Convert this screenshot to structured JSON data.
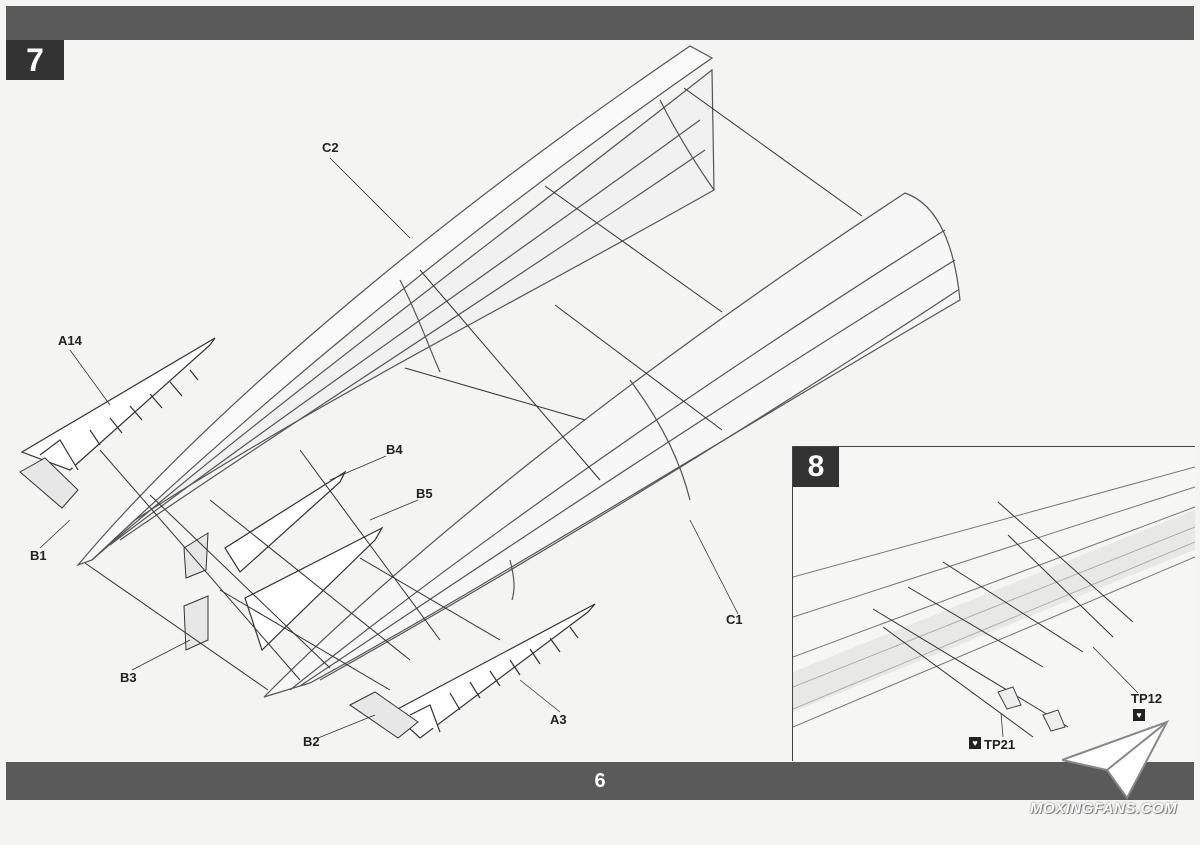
{
  "page": {
    "step_main": "7",
    "step_inset": "8",
    "page_number": "6"
  },
  "labels": {
    "c2": "C2",
    "c1": "C1",
    "a14": "A14",
    "a3": "A3",
    "b1": "B1",
    "b2": "B2",
    "b3": "B3",
    "b4": "B4",
    "b5": "B5",
    "tp12": "TP12",
    "tp21": "TP21"
  },
  "watermark": "MOXINGFANS.COM",
  "icons": [
    "glue-heart-icon",
    "paper-plane-logo-icon"
  ]
}
